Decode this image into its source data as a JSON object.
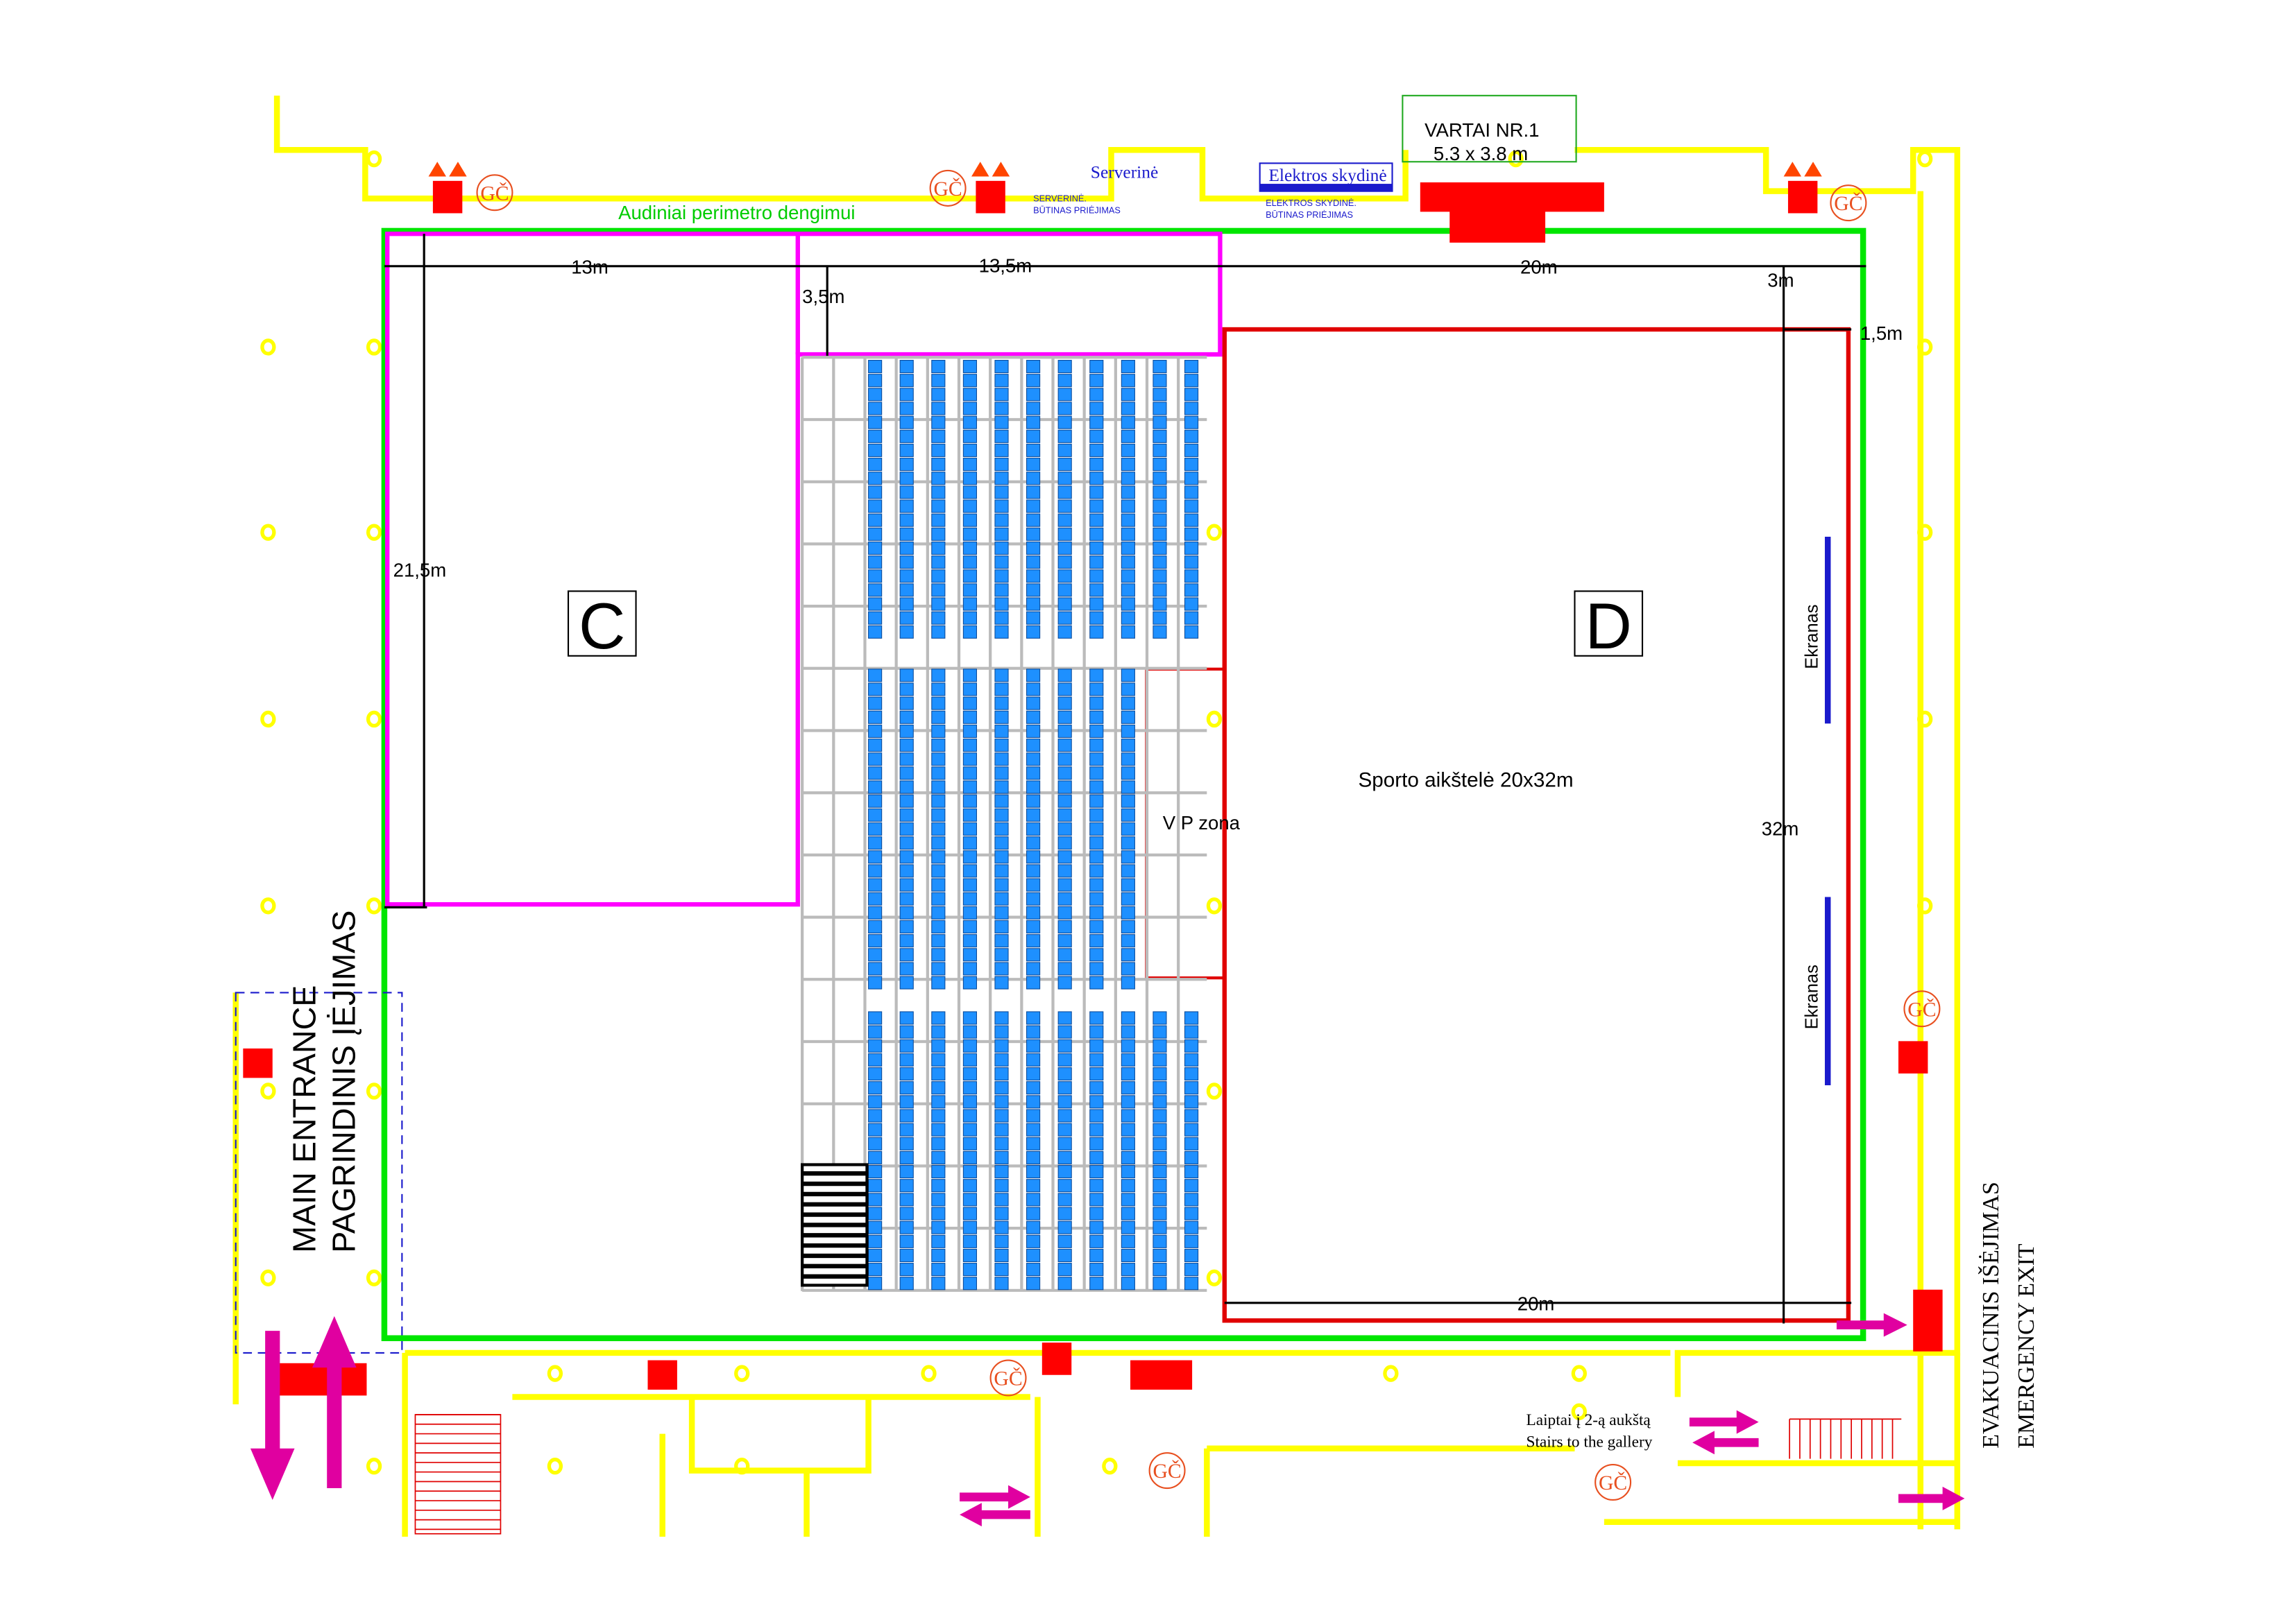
{
  "gate": {
    "title": "VARTAI NR.1",
    "size": "5.3 x 3.8 m"
  },
  "rooms": {
    "server": "Serverinė",
    "electric": "Elektros skydinė",
    "server_note_1": "SERVERINĖ.",
    "server_note_2": "BŪTINAS PRIĖJIMAS",
    "electric_note_1": "ELEKTROS SKYDINĖ.",
    "electric_note_2": "BŪTINAS PRIĖJIMAS"
  },
  "perimeter_label": "Audiniai perimetro dengimui",
  "dimensions": {
    "c_width": "13m",
    "seating_width": "13,5m",
    "d_width_top": "20m",
    "d_offset_right": "3m",
    "seating_depth": "3,5m",
    "d_offset_top": "1,5m",
    "c_height": "21,5m",
    "d_height": "32m",
    "d_width_bottom": "20m"
  },
  "zones": {
    "c": "C",
    "d": "D",
    "vip": "VIP zona",
    "court": "Sporto aikštelė  20x32m",
    "screen_1": "Ekranas",
    "screen_2": "Ekranas"
  },
  "entrance": {
    "en": "MAIN ENTRANCE",
    "lt": "PAGRINDINIS ĮĖJIMAS"
  },
  "emergency": {
    "lt": "EVAKUACINIS IŠĖJIMAS",
    "en": "EMERGENCY EXIT"
  },
  "stairs": {
    "lt": "Laiptai į 2-ą aukštą",
    "en": "Stairs to the gallery"
  },
  "extinguisher_label": "GČ",
  "colors": {
    "wall": "#ffff00",
    "perimeter": "#00e600",
    "zone_c": "#ff00ff",
    "zone_d": "#e00000",
    "seat": "#1e90ff",
    "arrow": "#e000a0",
    "fire": "#ff0000"
  }
}
